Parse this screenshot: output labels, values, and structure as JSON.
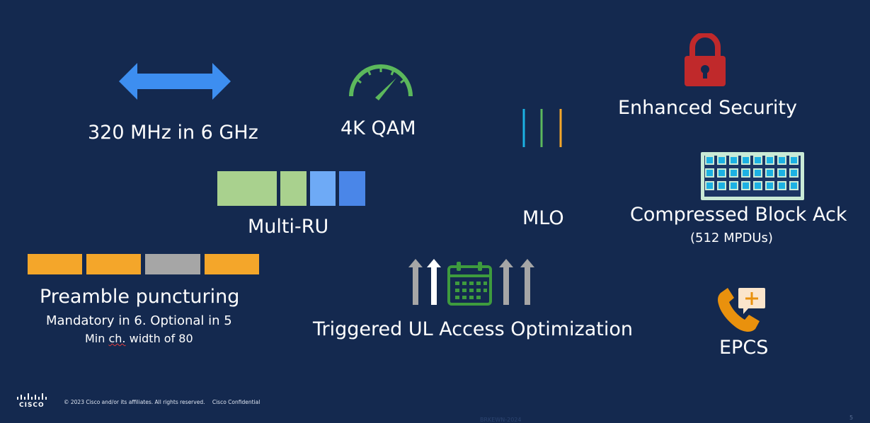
{
  "slide": {
    "features": {
      "bandwidth": "320 MHz in 6 GHz",
      "qam": "4K QAM",
      "mlo": "MLO",
      "security": "Enhanced Security",
      "multi_ru": "Multi-RU",
      "block_ack": "Compressed Block Ack",
      "block_ack_sub": "(512 MPDUs)",
      "preamble": "Preamble puncturing",
      "preamble_line1": "Mandatory in 6. Optional in 5",
      "preamble_line2_a": "Min ",
      "preamble_line2_b": "ch.",
      "preamble_line2_c": " width of 80",
      "triggered": "Triggered UL Access Optimization",
      "epcs": "EPCS"
    },
    "footer": {
      "copyright": "© 2023  Cisco and/or its affiliates. All rights reserved.",
      "confidential": "Cisco Confidential",
      "logo_text": "CISCO",
      "ghost_text": "BRKEWN-2024",
      "page": "5"
    },
    "colors": {
      "background": "#14294f",
      "arrow_blue": "#3d8ef0",
      "gauge_green": "#5cb85c",
      "lock_red": "#c0292b",
      "orange": "#f4a62a",
      "grey": "#a6a6a6",
      "green_light": "#a9d18e",
      "blue_light": "#6eaaf6",
      "blue_mid": "#4a86e8",
      "cyan": "#1cb1e3",
      "phone_orange": "#e9910d",
      "calendar_green": "#3e9b3e"
    },
    "icons": [
      "double-arrow-icon",
      "gauge-icon",
      "mlo-lines-icon",
      "lock-icon",
      "block-ack-grid-icon",
      "phone-icon",
      "calendar-icon",
      "upload-arrows-icon",
      "cisco-logo-icon"
    ]
  }
}
